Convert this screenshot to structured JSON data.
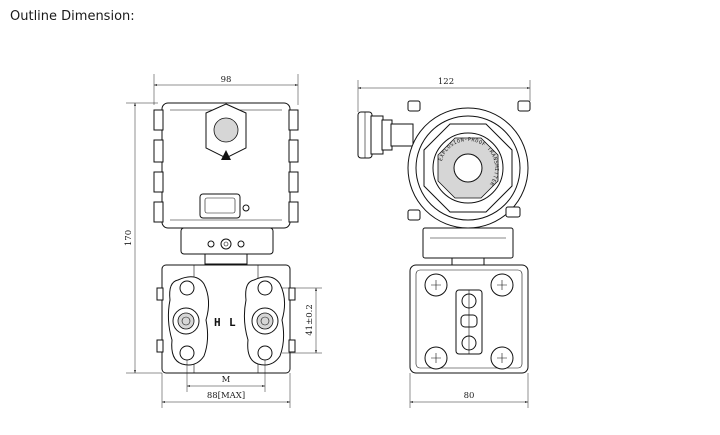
{
  "page": {
    "title": "Outline Dimension:"
  },
  "front_view": {
    "width": "98",
    "height": "170",
    "bottom_width": "88[MAX]",
    "thread_label": "M",
    "center_distance": "41±0.2",
    "port_high": "H",
    "port_low": "L"
  },
  "side_view": {
    "width": "122",
    "base_width": "80",
    "cover_text": "EXPLOSION-PROOF TRANSMITTER"
  }
}
